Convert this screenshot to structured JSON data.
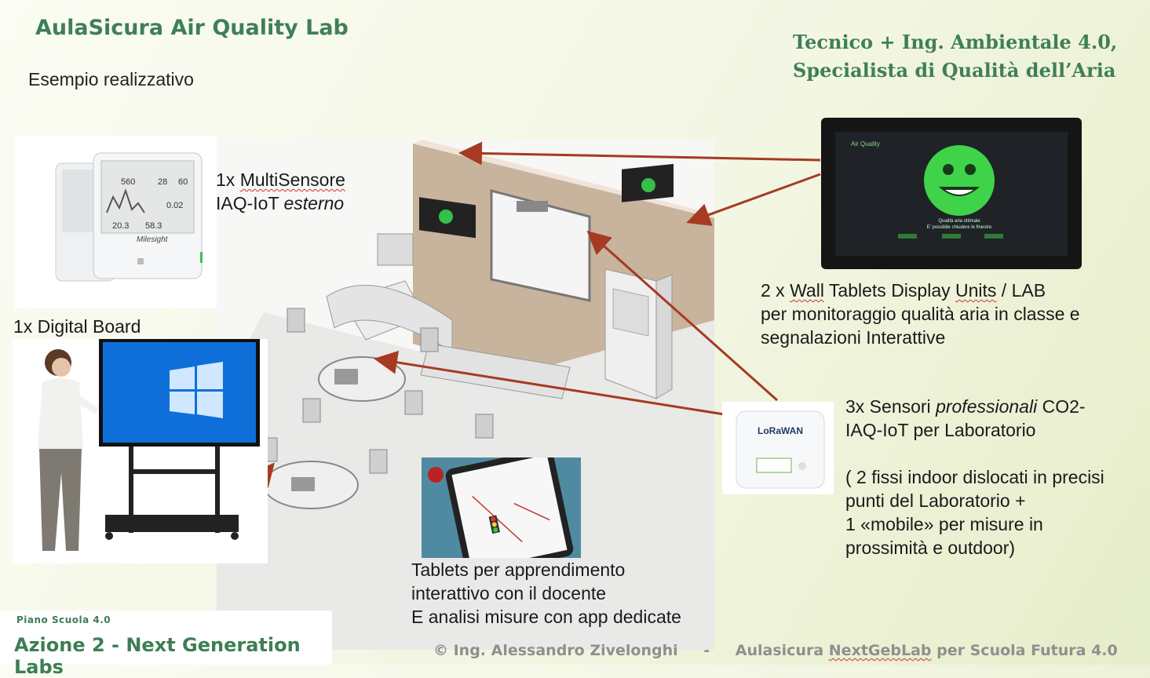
{
  "header": {
    "title": "AulaSicura Air Quality Lab",
    "subtitle": "Esempio realizzativo",
    "role_line1": "Tecnico + Ing. Ambientale 4.0,",
    "role_line2": "Specialista di Qualità dell’Aria"
  },
  "multisensor": {
    "prefix": "1x ",
    "name": "MultiSensore",
    "line2_a": "IAQ-IoT ",
    "line2_b": "esterno",
    "device_brand": "Milesight",
    "readings": [
      "560",
      "28",
      "60",
      "0.02",
      "20.3",
      "58.3"
    ]
  },
  "digital_board": {
    "label": "1x Digital Board"
  },
  "wall_tablets": {
    "line1_a": "2 x ",
    "line1_b": "Wall",
    "line1_c": " Tablets Display ",
    "line1_d": "Units",
    "line1_e": " / LAB",
    "line2": "per monitoraggio qualità aria in classe e",
    "line3": "segnalazioni Interattive",
    "screen_title": "Air Quality",
    "screen_msg1": "Qualità aria ottimale",
    "screen_msg2": "E' possibile chiudere le finestre"
  },
  "sensors": {
    "line1_a": "3x Sensori ",
    "line1_b": "professionali",
    "line1_c": " CO2-",
    "line2": "IAQ-IoT per Laboratorio",
    "line3": "( 2 fissi indoor dislocati in precisi",
    "line4": "punti del Laboratorio +",
    "line5": "1 «mobile» per misure in",
    "line6": "prossimità e outdoor)",
    "device_logo": "LoRaWAN"
  },
  "tablets": {
    "line1": "Tablets per apprendimento",
    "line2": "interattivo con il docente",
    "line3": "E analisi misure con app dedicate"
  },
  "footer": {
    "credit": "© Ing. Alessandro Zivelonghi",
    "sep": "-",
    "lab_a": "Aulasicura ",
    "lab_b": "NextGebLab",
    "lab_c": " per Scuola Futura 4.0"
  },
  "piano": {
    "line1": "Piano Scuola 4.0",
    "line2": "Azione 2 - Next Generation Labs"
  },
  "colors": {
    "green_title": "#3f7f57",
    "arrow": "#a63a22",
    "background": "#f3f6e3"
  }
}
